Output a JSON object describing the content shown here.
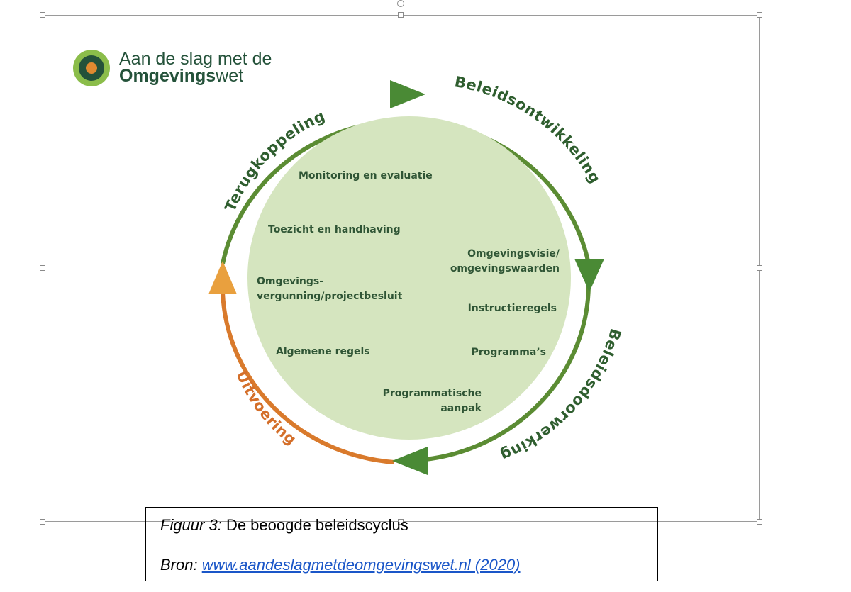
{
  "logo": {
    "line1": "Aan de slag met de",
    "line2_bold": "Omgevings",
    "line2_rest": "wet"
  },
  "cycle": {
    "phases": [
      {
        "label": "Terugkoppeling",
        "color": "#2f5e2f"
      },
      {
        "label": "Beleidsontwikkeling",
        "color": "#2f5e2f"
      },
      {
        "label": "Beleidsdoorwerking",
        "color": "#2f5e2f"
      },
      {
        "label": "Uitvoering",
        "color": "#d46f2a"
      }
    ],
    "instruments": {
      "monitoring": "Monitoring en evaluatie",
      "toezicht": "Toezicht en handhaving",
      "vergunning_1": "Omgevings-",
      "vergunning_2": "vergunning/projectbesluit",
      "algemene": "Algemene regels",
      "visie_1": "Omgevingsvisie/",
      "visie_2": "omgevingswaarden",
      "instructie": "Instructieregels",
      "programmas": "Programma’s",
      "programmatisch_1": "Programmatische",
      "programmatisch_2": "aanpak"
    }
  },
  "colors": {
    "green_ring": "#5b8c33",
    "orange_ring": "#d97a2c",
    "inner_fill": "#d5e5bf",
    "dark_green_text": "#2f5535",
    "orange_arrow": "#e9a03e"
  },
  "caption": {
    "figure_label": "Figuur 3:",
    "figure_text": " De beoogde beleidscyclus",
    "source_label": "Bron: ",
    "source_link": "www.aandeslagmetdeomgevingswet.nl (2020)"
  }
}
